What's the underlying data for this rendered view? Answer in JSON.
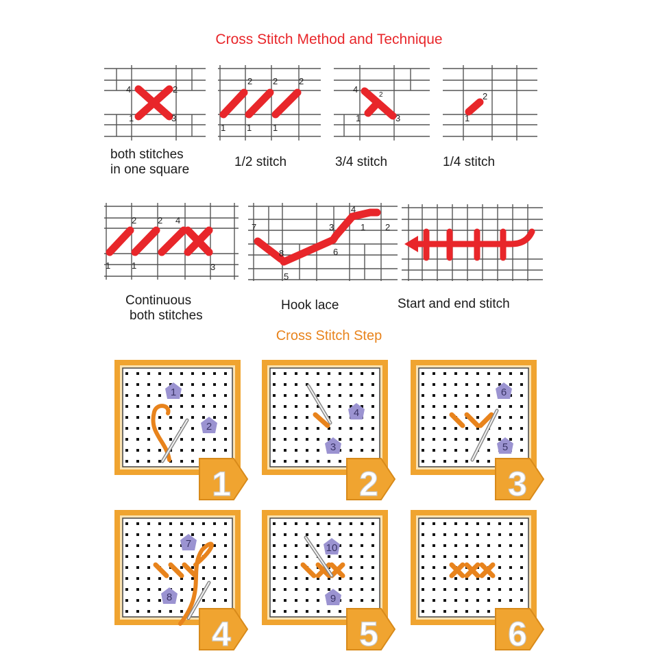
{
  "colors": {
    "title_red": "#e8262a",
    "title_orange": "#e8831c",
    "thread_red": "#e8262a",
    "thread_orange": "#e8831c",
    "frame_orange": "#f0a430",
    "badge_purple": "#9b93d1"
  },
  "header": {
    "title": "Cross Stitch Method and Technique"
  },
  "techniques": [
    {
      "name": "both-stitches",
      "label_lines": [
        "both stitches",
        "in one square"
      ],
      "numbers": [
        "4",
        "2",
        "1",
        "3"
      ]
    },
    {
      "name": "half-stitch",
      "label_lines": [
        "1/2 stitch"
      ],
      "numbers": [
        "2",
        "2",
        "2",
        "1",
        "1",
        "1"
      ]
    },
    {
      "name": "three-quarter-stitch",
      "label_lines": [
        "3/4 stitch"
      ],
      "numbers": [
        "4",
        "2",
        "1",
        "3"
      ]
    },
    {
      "name": "quarter-stitch",
      "label_lines": [
        "1/4 stitch"
      ],
      "numbers": [
        "2",
        "1"
      ]
    },
    {
      "name": "continuous-both-stitches",
      "label_lines": [
        "Continuous",
        "both stitches"
      ],
      "numbers": [
        "2",
        "2",
        "4",
        "1",
        "1",
        "3"
      ]
    },
    {
      "name": "hook-lace",
      "label_lines": [
        "Hook lace"
      ],
      "numbers": [
        "4",
        "7",
        "3",
        "1",
        "2",
        "8",
        "6",
        "5"
      ]
    },
    {
      "name": "start-and-end-stitch",
      "label_lines": [
        "Start and end stitch"
      ],
      "numbers": []
    }
  ],
  "steps_section": {
    "title": "Cross Stitch Step",
    "steps": [
      {
        "number": "1",
        "badges": [
          "1",
          "2"
        ]
      },
      {
        "number": "2",
        "badges": [
          "4",
          "3"
        ]
      },
      {
        "number": "3",
        "badges": [
          "6",
          "5"
        ]
      },
      {
        "number": "4",
        "badges": [
          "7",
          "8"
        ]
      },
      {
        "number": "5",
        "badges": [
          "10",
          "9"
        ]
      },
      {
        "number": "6",
        "badges": []
      }
    ]
  }
}
